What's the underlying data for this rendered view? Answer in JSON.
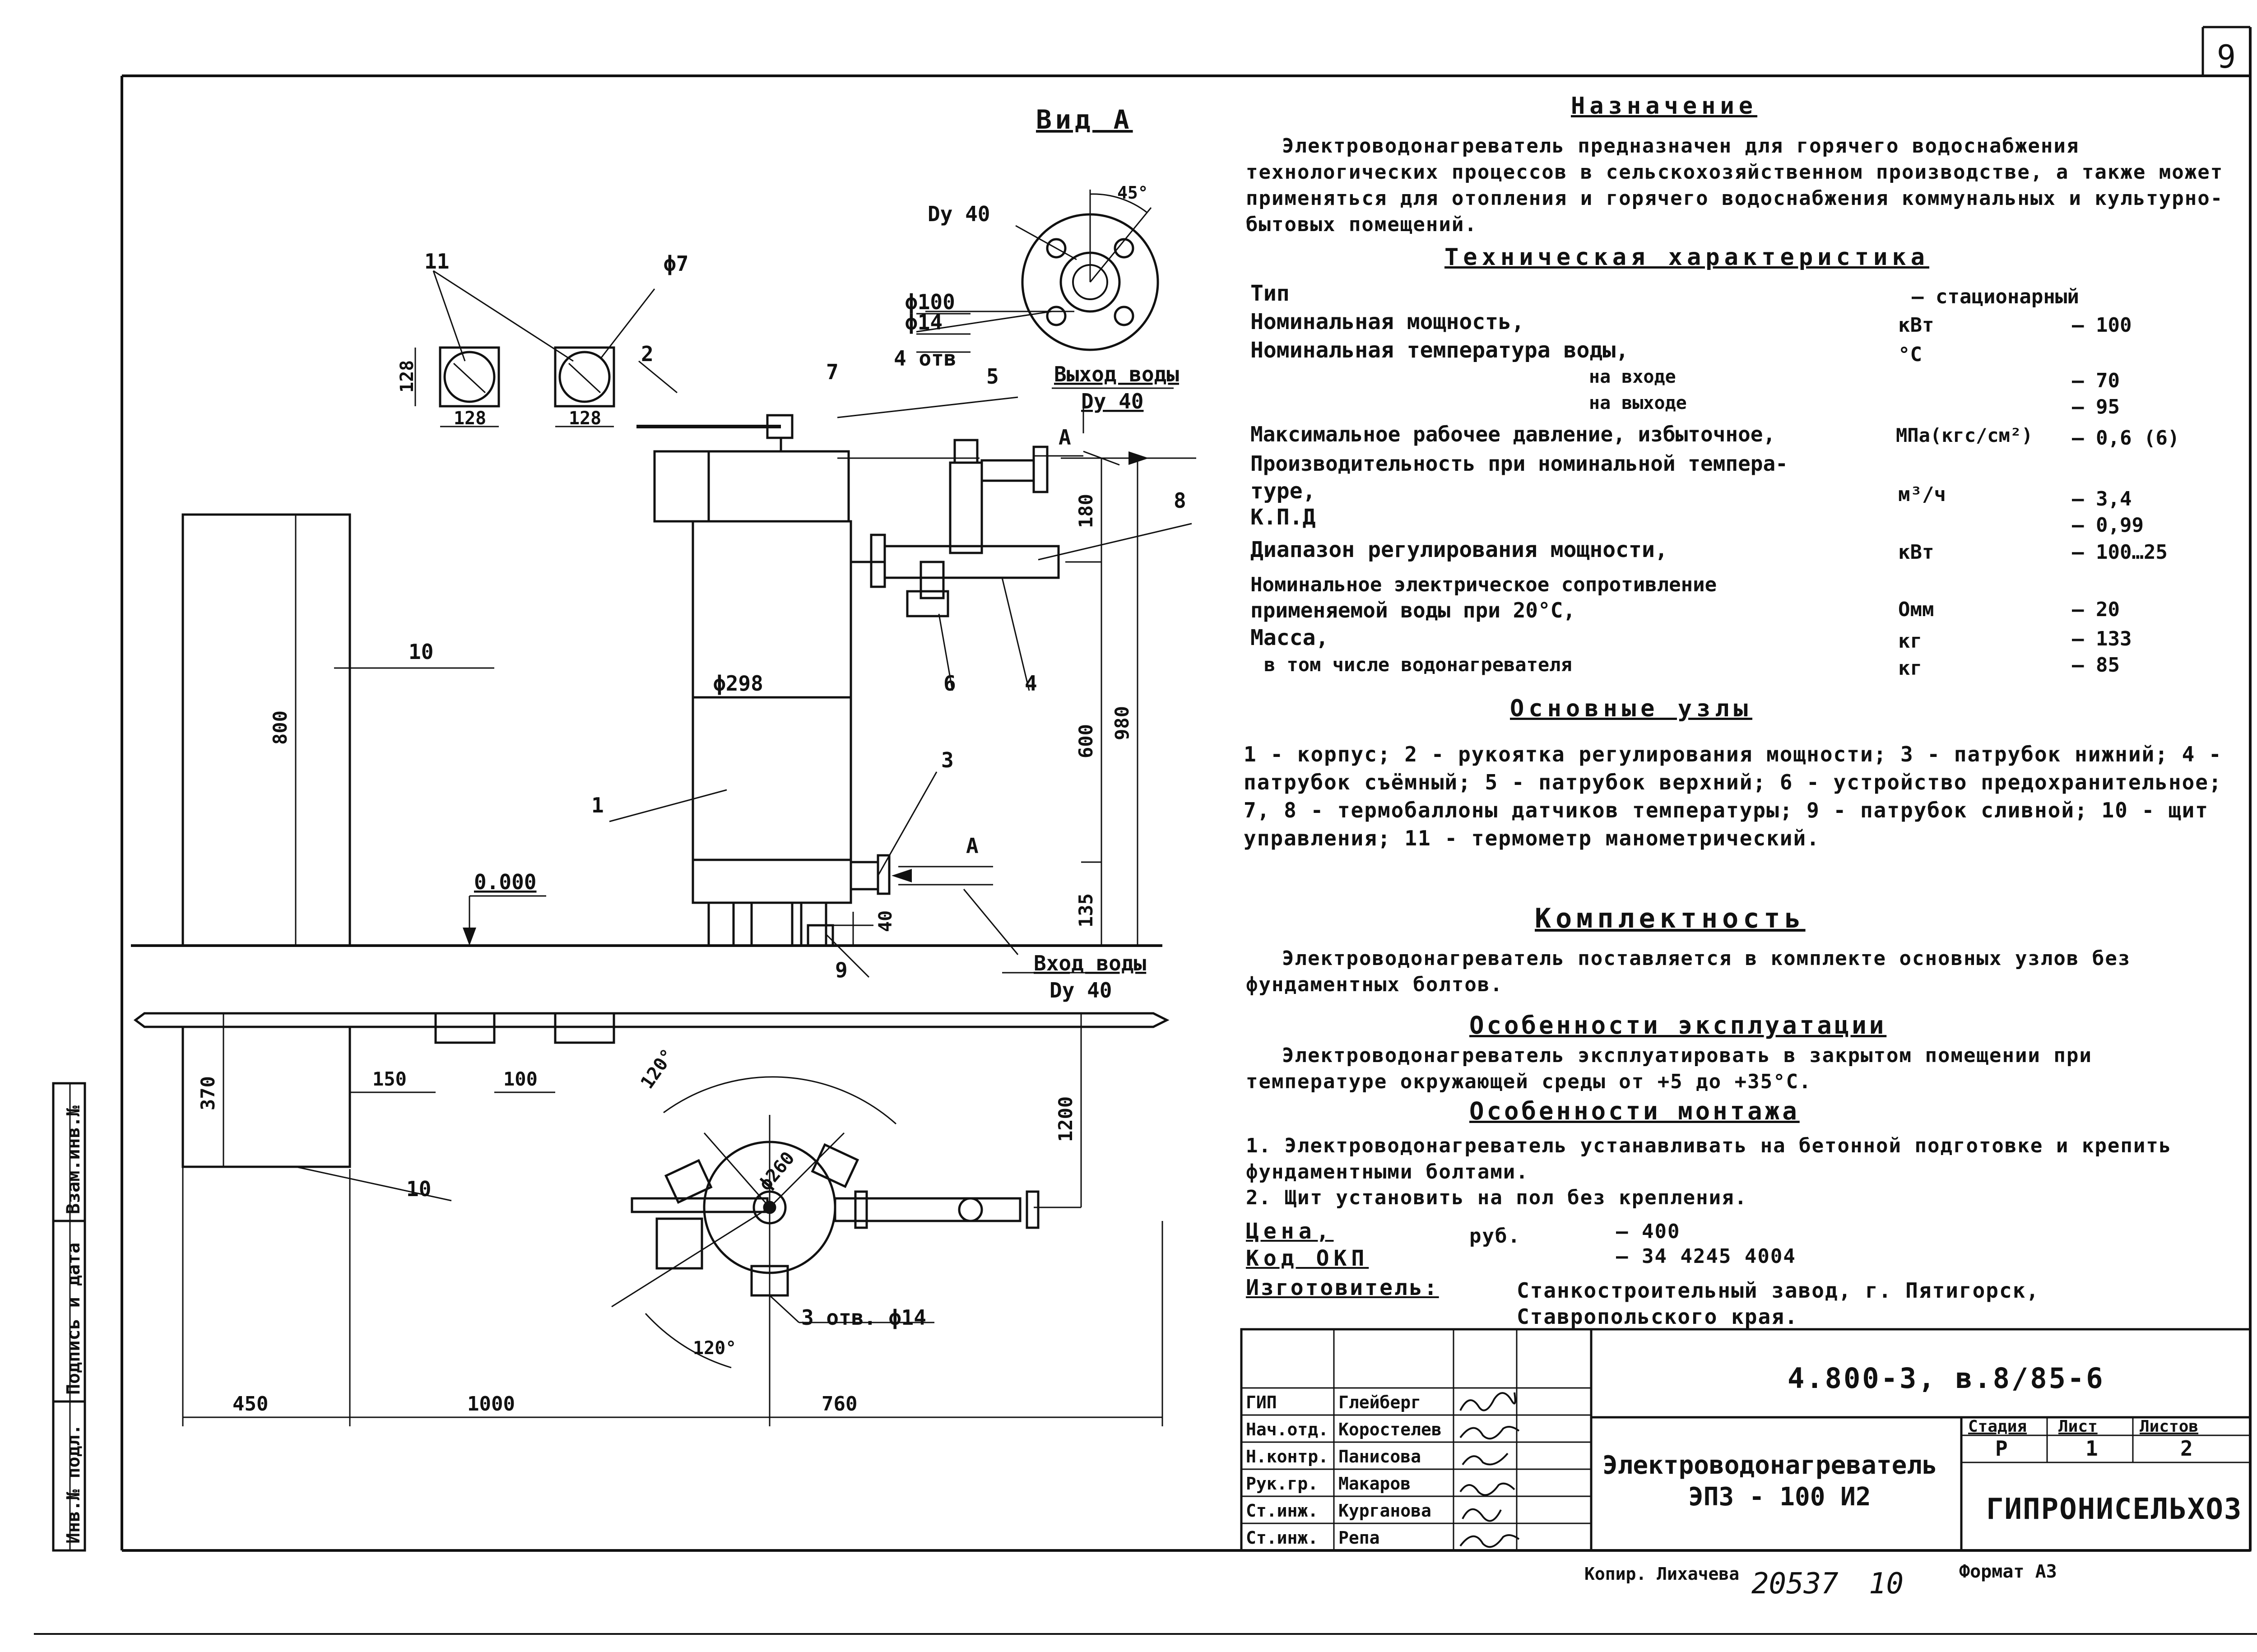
{
  "sheet_number": "9",
  "view_label": "Вид А",
  "drawing": {
    "labels": {
      "dn40_flange": "Dу 40",
      "d100": "ϕ100",
      "d14": "ϕ14",
      "holes4": "4 отв",
      "angle45": "45°",
      "item11": "11",
      "phi7": "ϕ7",
      "dim128a": "128",
      "dim128b": "128",
      "dim128c": "128",
      "item2": "2",
      "item7": "7",
      "item5": "5",
      "water_out": "Выход воды",
      "water_out_dn": "Dу 40",
      "arrowA_top": "А",
      "dim180": "180",
      "item8": "8",
      "item10_top": "10",
      "dim800": "800",
      "dia298": "ϕ298",
      "item6": "6",
      "item4": "4",
      "dim600": "600",
      "dim980": "980",
      "item3": "3",
      "item1": "1",
      "arrowA_bottom": "А",
      "level": "0.000",
      "dim40": "40",
      "dim135": "135",
      "item9": "9",
      "water_in": "Вход воды",
      "water_in_dn": "Dу 40",
      "dim370": "370",
      "dim150": "150",
      "dim100": "100",
      "dim1200": "1200",
      "angle120a": "120°",
      "angle120b": "120°",
      "dia260": "ϕ260",
      "item10_bottom": "10",
      "holes3": "3 отв. ϕ14",
      "dim450": "450",
      "dim1000": "1000",
      "dim760": "760"
    }
  },
  "sidebar": {
    "inv_podl": "Инв.№ подл.",
    "podpis": "Подпись и дата",
    "vzam": "Взам.инв.№"
  },
  "purpose": {
    "title": "Назначение",
    "text": "Электроводонагреватель предназначен для горячего водоснабжения технологических процессов в сельскохозяйственном производстве, а также может применяться для отопления и горячего водоснабжения коммунальных и культурно-бытовых помещений."
  },
  "specs": {
    "title": "Техническая характеристика",
    "rows": [
      {
        "name": "Тип",
        "unit": "",
        "value": "– стационарный"
      },
      {
        "name": "Номинальная мощность,",
        "unit": "кВт",
        "value": "– 100"
      },
      {
        "name": "Номинальная температура воды,",
        "unit": "°С",
        "value": ""
      },
      {
        "name": "на входе",
        "unit": "",
        "value": "– 70"
      },
      {
        "name": "на выходе",
        "unit": "",
        "value": "– 95"
      },
      {
        "name": "Максимальное рабочее давление, избыточное,",
        "unit": "МПа(кгс/см²)",
        "value": "– 0,6 (6)"
      },
      {
        "name": "Производительность при номинальной темпера-",
        "unit": "",
        "value": ""
      },
      {
        "name": "туре,",
        "unit": "м³/ч",
        "value": "– 3,4"
      },
      {
        "name": "К.П.Д",
        "unit": "",
        "value": "– 0,99"
      },
      {
        "name": "Диапазон регулирования мощности,",
        "unit": "кВт",
        "value": "– 100…25"
      },
      {
        "name": "Номинальное электрическое сопротивление",
        "unit": "",
        "value": ""
      },
      {
        "name": "применяемой воды при 20°С,",
        "unit": "Омм",
        "value": "– 20"
      },
      {
        "name": "Масса,",
        "unit": "кг",
        "value": "– 133"
      },
      {
        "name": "в том числе водонагревателя",
        "unit": "кг",
        "value": "– 85"
      }
    ]
  },
  "nodes": {
    "title": "Основные узлы",
    "text": "1 - корпус; 2 - рукоятка регулирования мощности; 3 - патрубок нижний; 4 - патрубок съёмный; 5 - патрубок верхний; 6 - устройство предохранительное; 7, 8 - термобаллоны датчиков температуры; 9 - патрубок сливной; 10 - щит управления; 11 - термометр манометрический."
  },
  "kit": {
    "title": "Комплектность",
    "text": "Электроводонагреватель поставляется в комплекте основных узлов без фундаментных болтов."
  },
  "operation": {
    "title": "Особенности эксплуатации",
    "text": "Электроводонагреватель эксплуатировать в закрытом помещении при температуре окружающей среды от +5 до +35°С."
  },
  "mounting": {
    "title": "Особенности монтажа",
    "item1": "1. Электроводонагреватель устанавливать на бетонной подготовке и крепить фундаментными болтами.",
    "item2": "2. Щит установить на пол без крепления."
  },
  "price": {
    "price_label": "Цена,",
    "currency": "руб.",
    "price_value": "– 400",
    "code_label": "Код ОКП",
    "code_value": "– 34 4245 4004",
    "maker_label": "Изготовитель:",
    "maker_line1": "Станкостроительный завод, г. Пятигорск,",
    "maker_line2": "Ставропольского края."
  },
  "title_block": {
    "doc_code": "4.800-3, в.8/85-6",
    "product_name": "Электроводонагреватель",
    "product_model": "ЭПЗ - 100 И2",
    "stage_header": "Стадия",
    "sheet_header": "Лист",
    "sheets_header": "Листов",
    "stage": "Р",
    "sheet": "1",
    "sheets": "2",
    "org": "ГИПРОНИСЕЛЬХОЗ",
    "roles": [
      {
        "role": "ГИП",
        "name": "Глейберг"
      },
      {
        "role": "Нач.отд.",
        "name": "Коростелев"
      },
      {
        "role": "Н.контр.",
        "name": "Панисова"
      },
      {
        "role": "Рук.гр.",
        "name": "Макаров"
      },
      {
        "role": "Ст.инж.",
        "name": "Курганова"
      },
      {
        "role": "Ст.инж.",
        "name": "Репа"
      }
    ]
  },
  "footer": {
    "copied": "Копир. Лихачева",
    "number": "20537",
    "copy_no": "10",
    "format": "Формат А3"
  }
}
